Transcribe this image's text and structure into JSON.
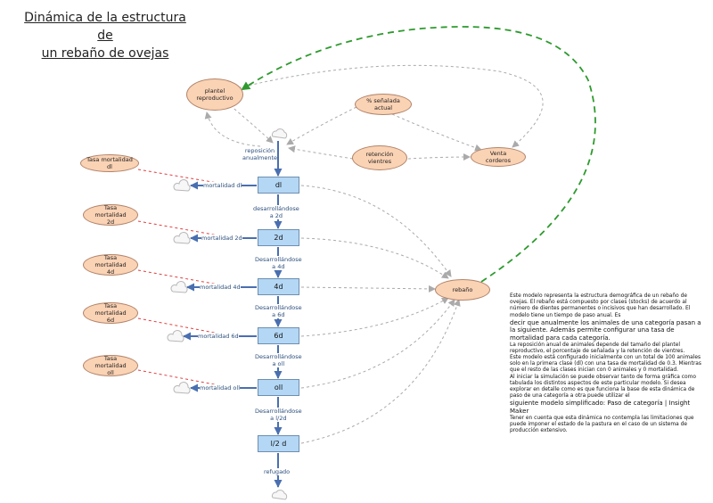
{
  "title": {
    "line1": "Dinámica de la estructura de",
    "line2": "un rebaño de ovejas"
  },
  "stocks": [
    "dl",
    "2d",
    "4d",
    "6d",
    "oll",
    "l/2 d"
  ],
  "variables": {
    "plantel": "plantel\nreproductivo",
    "senalada": "% señalada actual",
    "retencion": "retención\nvientres",
    "venta": "Venta corderos",
    "rebano": "rebaño",
    "tasa_dl": "Tasa mortalidad dl",
    "tasa_2d": "Tasa mortalidad\n2d",
    "tasa_4d": "Tasa mortalidad\n4d",
    "tasa_6d": "Tasa mortalidad\n6d",
    "tasa_oll": "Tasa mortalidad\noll"
  },
  "flows": {
    "reposicion": "reposición\nanualmente",
    "mort_dl": "mortalidad dl",
    "mort_2d": "mortalidad 2d",
    "mort_4d": "mortalidad 4d",
    "mort_6d": "mortalidad 6d",
    "mort_oll": "mortalidad oll",
    "desa_2d": "desarrollándose\na 2d",
    "desa_4d": "Desarrollándose\na 4d",
    "desa_6d": "Desarrollándose\na 6d",
    "desa_oll": "Desarrollándose\na oll",
    "desa_l2d": "Desarrollándose\na l/2d",
    "refugado": "refugado"
  },
  "description": {
    "p1": "Este modelo representa la estructura demográfica de un rebaño de ovejas. El rebaño está compuesto por clases (stocks) de acuerdo al número de dientes permanentes o incisivos que han desarrollado. El modelo tiene un tiempo de paso anual. Es",
    "p2": "decir que anualmente los animales de una categoría pasan a la siguiente. Además permite configurar una tasa de mortalidad para cada categoría.",
    "p3": "La reposición anual de animales depende del tamaño del plantel reproductivo, el porcentaje de señalada y la retención de vientres.",
    "p4": "Este modelo está configurado inicialmente con un total de 100 animales solo en la primera clase (dl) con una tasa de mortalidad de 0.3. Mientras que el resto de las clases inician con 0 animales y 0 mortalidad.",
    "p5": "Al iniciar la simulación se puede observar tanto de forma gráfica como tabulada los distintos aspectos de este particular modelo. Si desea explorar en detalle como es que funciona la base de esta dinámica de paso de una categoría a otra puede utilizar el",
    "p6": "siguiente modelo simplificado: Paso de categoría | Insight Maker",
    "p7": "Tener en cuenta que esta dinámica no contempla las limitaciones que puede imponer el estado de la pastura en el caso de un sistema de producción extensivo."
  }
}
